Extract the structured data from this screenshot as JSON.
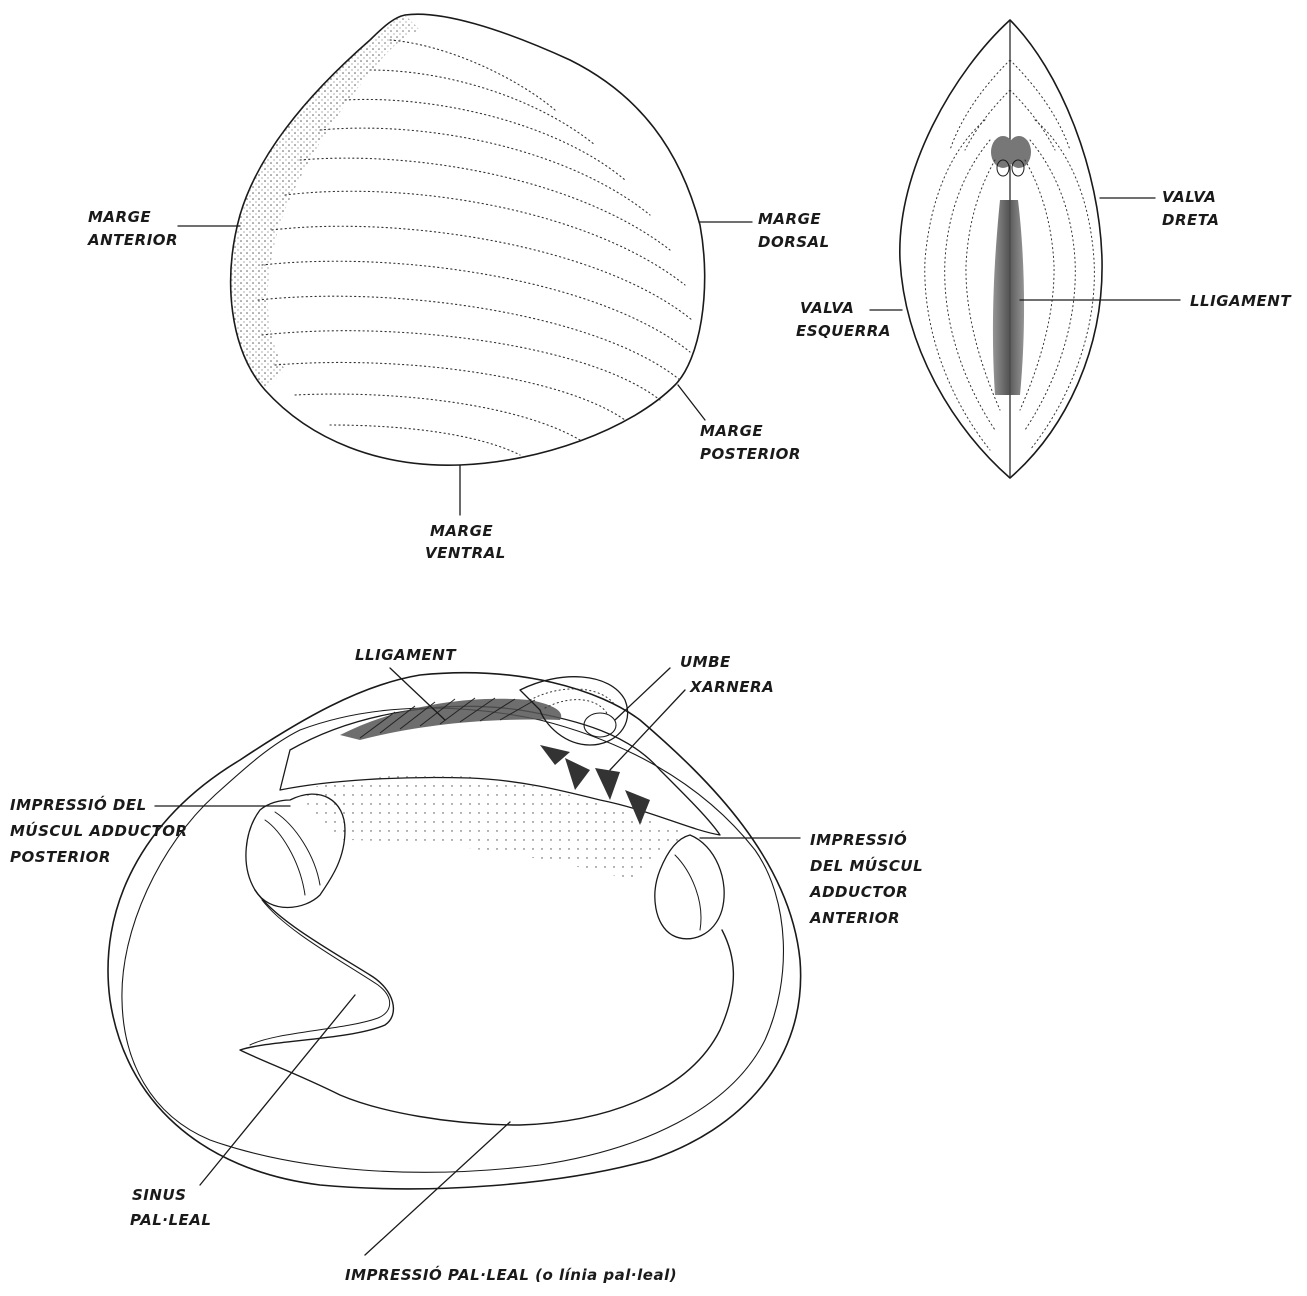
{
  "labels": {
    "side_view": {
      "marge_anterior": [
        "MARGE",
        "ANTERIOR"
      ],
      "marge_dorsal": [
        "MARGE",
        "DORSAL"
      ],
      "marge_posterior": [
        "MARGE",
        "POSTERIOR"
      ],
      "marge_ventral": [
        "MARGE",
        "VENTRAL"
      ]
    },
    "dorsal_view": {
      "valva_dreta": [
        "VALVA",
        "DRETA"
      ],
      "valva_esquerra": [
        "VALVA",
        "ESQUERRA"
      ],
      "lligament": "LLIGAMENT"
    },
    "interior_view": {
      "lligament": "LLIGAMENT",
      "umbe": "UMBE",
      "xarnera": "XARNERA",
      "impressio_posterior": [
        "IMPRESSIÓ DEL",
        "MÚSCUL ADDUCTOR",
        "POSTERIOR"
      ],
      "impressio_anterior": [
        "IMPRESSIÓ",
        "DEL MÚSCUL",
        "ADDUCTOR",
        "ANTERIOR"
      ],
      "sinus_palleal": [
        "SINUS",
        "PAL·LEAL"
      ],
      "impressio_palleal": "IMPRESSIÓ PAL·LEAL (o línia pal·leal)"
    }
  },
  "colors": {
    "ink": "#1a1a1a",
    "ligament_shade": "#555555",
    "background": "#ffffff"
  }
}
